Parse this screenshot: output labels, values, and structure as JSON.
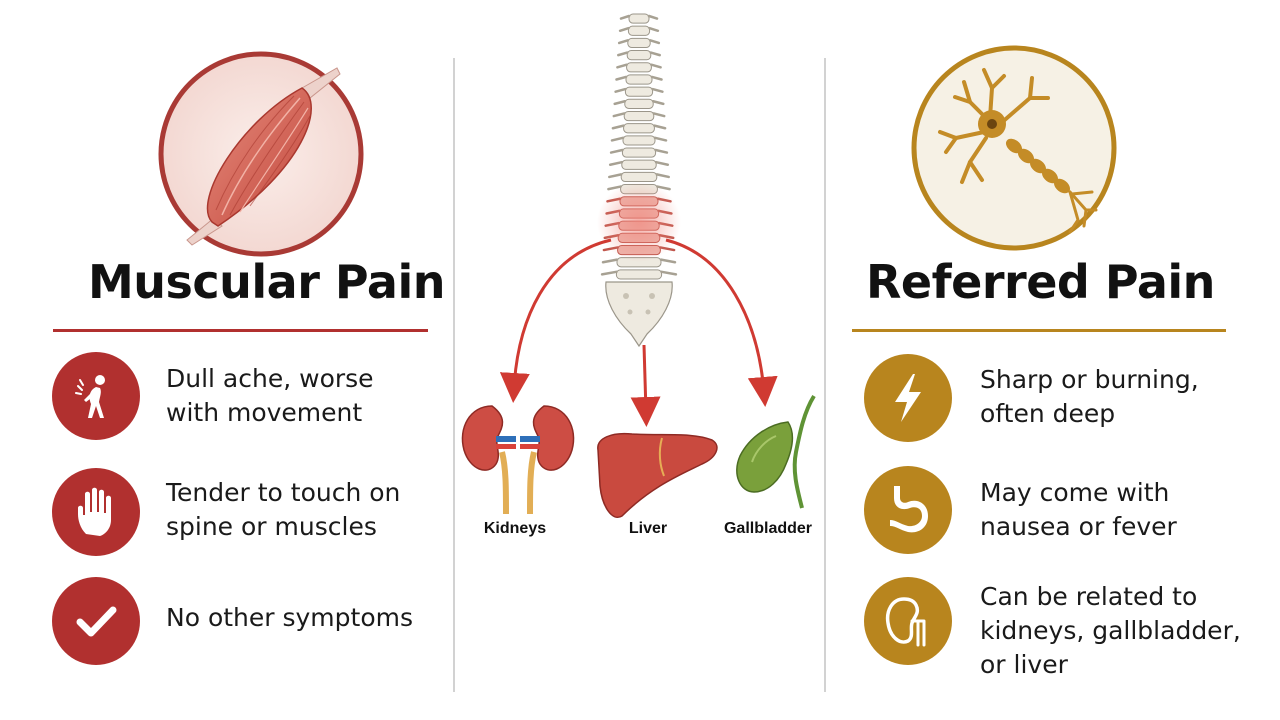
{
  "left": {
    "title": "Muscular Pain",
    "items": [
      {
        "icon": "back-pain-icon",
        "text": "Dull ache, worse\nwith movement"
      },
      {
        "icon": "hand-icon",
        "text": "Tender to touch on\nspine or muscles"
      },
      {
        "icon": "checkmark-icon",
        "text": "No other symptoms"
      }
    ],
    "color": "#b1302f"
  },
  "right": {
    "title": "Referred Pain",
    "items": [
      {
        "icon": "lightning-icon",
        "text": "Sharp or burning,\noften deep"
      },
      {
        "icon": "stomach-icon",
        "text": "May come with\nnausea or fever"
      },
      {
        "icon": "kidney-icon",
        "text": "Can be related to\nkidneys, gallbladder,\nor liver"
      }
    ],
    "color": "#b8851e"
  },
  "center": {
    "organs": [
      {
        "name": "kidneys",
        "label": "Kidneys"
      },
      {
        "name": "liver",
        "label": "Liver"
      },
      {
        "name": "gallbladder",
        "label": "Gallbladder"
      }
    ],
    "arrow_color": "#d03a32"
  }
}
